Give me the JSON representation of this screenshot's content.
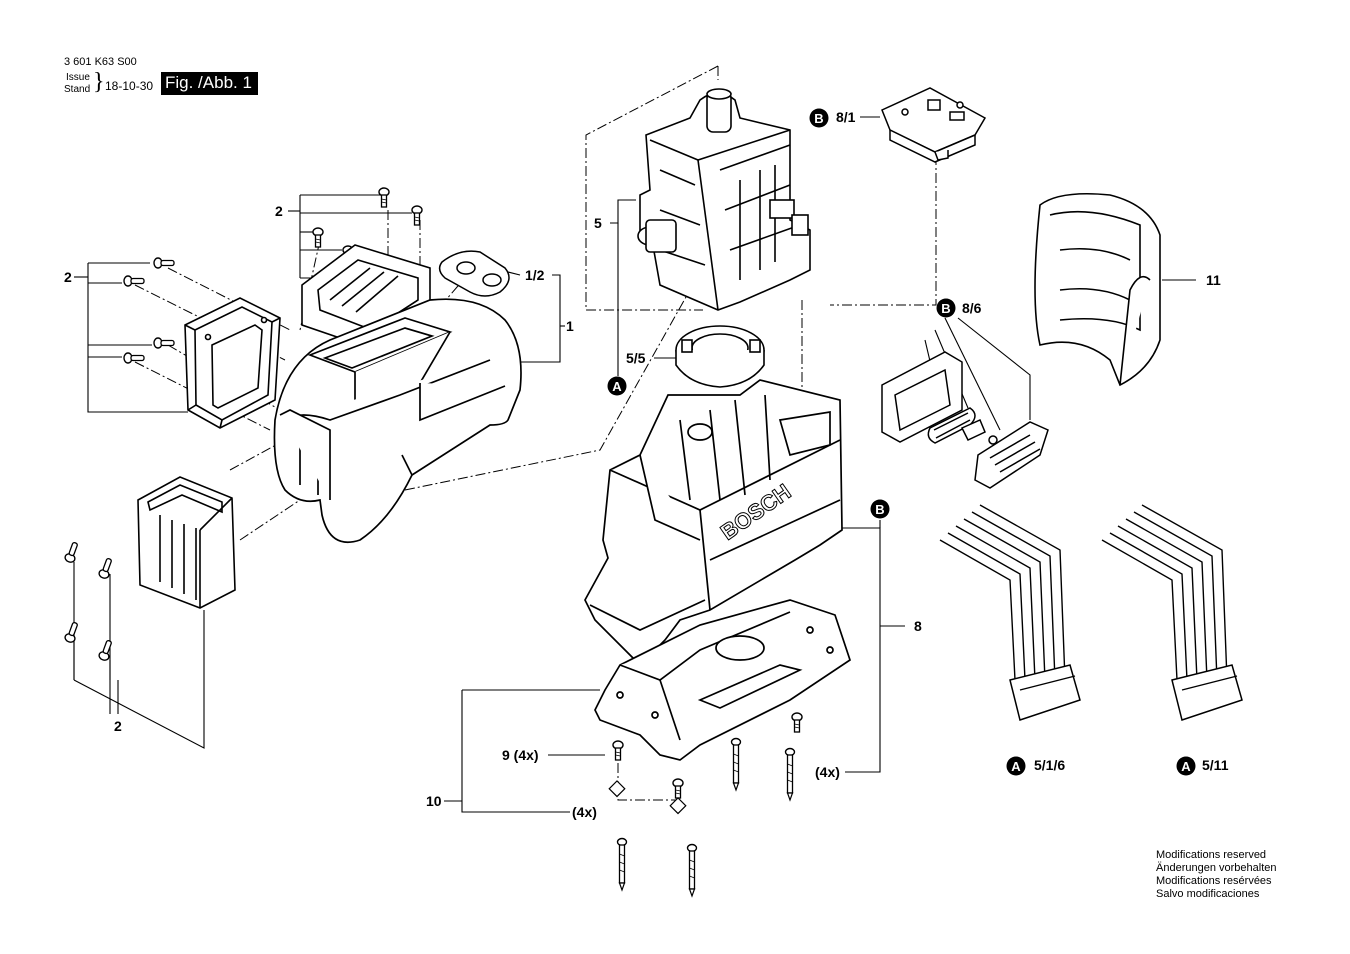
{
  "header": {
    "part_number": "3 601 K63 S00",
    "issue_label": "Issue",
    "stand_label": "Stand",
    "issue_date": "18-10-30",
    "figure_label": "Fig. /Abb. 1"
  },
  "callouts": {
    "c2_top": "2",
    "c2_left": "2",
    "c2_bottom": "2",
    "c1_2": "1/2",
    "c1": "1",
    "c5": "5",
    "c5_5": "5/5",
    "c8_1": "8/1",
    "c8_6": "8/6",
    "c8": "8",
    "c9": "9 (4x)",
    "c10": "10",
    "c4x_left": "(4x)",
    "c4x_right": "(4x)",
    "c11": "11",
    "c5_1_6": "5/1/6",
    "c5_11": "5/11"
  },
  "markers": {
    "a": "A",
    "b": "B"
  },
  "brand_on_housing": "BOSCH",
  "footer": [
    "Modifications reserved",
    "Änderungen vorbehalten",
    "Modifications resérvées",
    "Salvo modificaciones"
  ]
}
